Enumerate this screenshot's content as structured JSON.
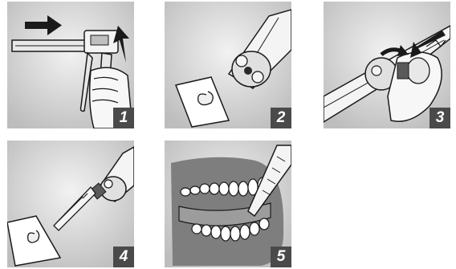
{
  "steps": [
    {
      "number": "1"
    },
    {
      "number": "2"
    },
    {
      "number": "3"
    },
    {
      "number": "4"
    },
    {
      "number": "5"
    }
  ],
  "colors": {
    "panel_bg": "#d6d6d6",
    "badge_bg": "#4a4a4a",
    "ink": "#1a1a1a"
  }
}
